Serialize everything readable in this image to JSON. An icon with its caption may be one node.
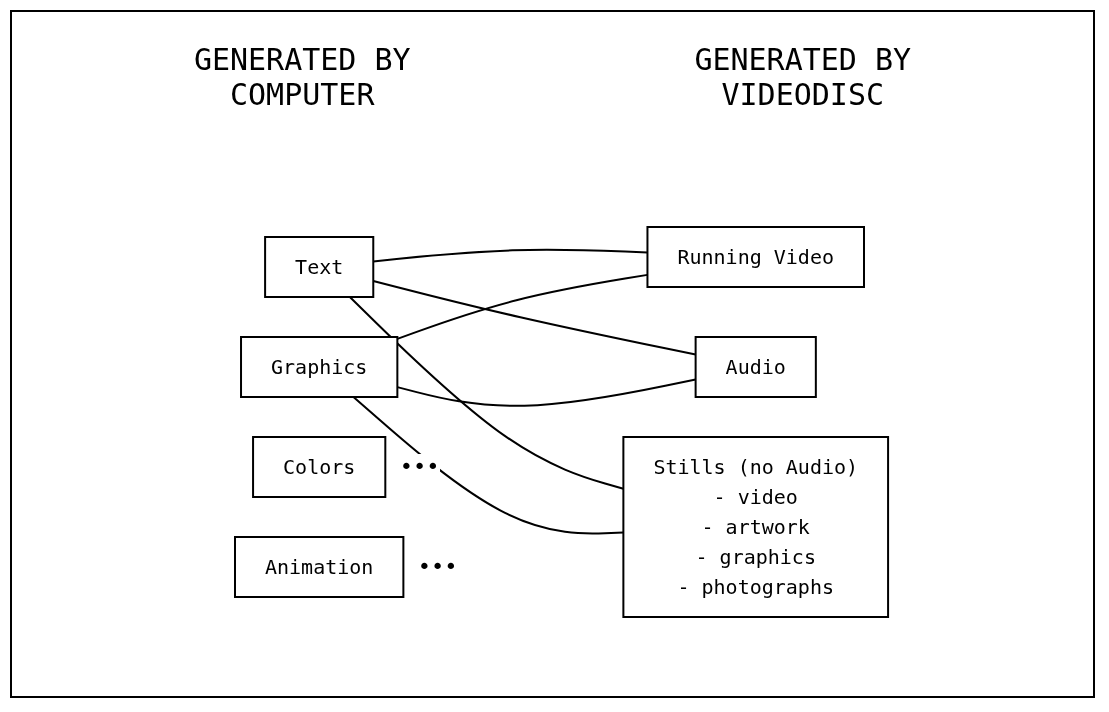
{
  "diagram": {
    "nodes": [
      {
        "text": [
          "Text"
        ]
      },
      {
        "text": [
          "Graphics"
        ]
      },
      {
        "text": [
          "Colors"
        ],
        "beside": [
          "•••"
        ]
      },
      {
        "text": [
          "Animation"
        ],
        "beside": [
          "•••"
        ]
      },
      {
        "text": [
          "Running Video"
        ]
      },
      {
        "text": [
          "Audio"
        ]
      },
      {
        "text": [
          "Stills (no Audio)",
          "- video",
          "- artwork",
          "- graphics",
          "- photographs"
        ]
      }
    ],
    "edges": [
      {
        "from": 0,
        "to": 4,
        "arrow": "none"
      },
      {
        "from": 0,
        "to": 5,
        "arrow": "none"
      },
      {
        "from": 0,
        "to": 6,
        "arrow": "none"
      },
      {
        "from": 1,
        "to": 4,
        "arrow": "none"
      },
      {
        "from": 1,
        "to": 5,
        "arrow": "none"
      },
      {
        "from": 1,
        "to": 6,
        "arrow": "none"
      }
    ],
    "labels": [
      "GENERATED BY COMPUTER",
      "GENERATED BY VIDEODISC"
    ]
  }
}
